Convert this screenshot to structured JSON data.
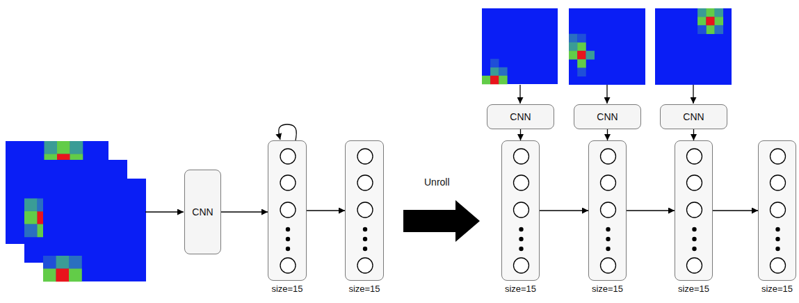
{
  "diagram": {
    "nodes": [
      {
        "text": [
          "CNN"
        ]
      },
      {
        "text": [
          "size=15"
        ]
      },
      {
        "text": [
          "size=15"
        ]
      },
      {
        "text": [
          "CNN"
        ]
      },
      {
        "text": [
          "CNN"
        ]
      },
      {
        "text": [
          "CNN"
        ]
      },
      {
        "text": [
          "size=15"
        ]
      },
      {
        "text": [
          "size=15"
        ]
      },
      {
        "text": [
          "size=15"
        ]
      },
      {
        "text": [
          "size=15"
        ]
      }
    ],
    "edges": [
      {
        "from": 0,
        "to": 1,
        "arrow": "to"
      },
      {
        "from": 1,
        "to": 1,
        "arrow": "to"
      },
      {
        "from": 1,
        "to": 2,
        "arrow": "to"
      },
      {
        "from": 3,
        "to": 6,
        "arrow": "to"
      },
      {
        "from": 4,
        "to": 7,
        "arrow": "to"
      },
      {
        "from": 5,
        "to": 8,
        "arrow": "to"
      },
      {
        "from": 6,
        "to": 7,
        "arrow": "to"
      },
      {
        "from": 7,
        "to": 8,
        "arrow": "to"
      },
      {
        "from": 8,
        "to": 9,
        "arrow": "to"
      }
    ],
    "labels": [
      "Unroll"
    ]
  }
}
